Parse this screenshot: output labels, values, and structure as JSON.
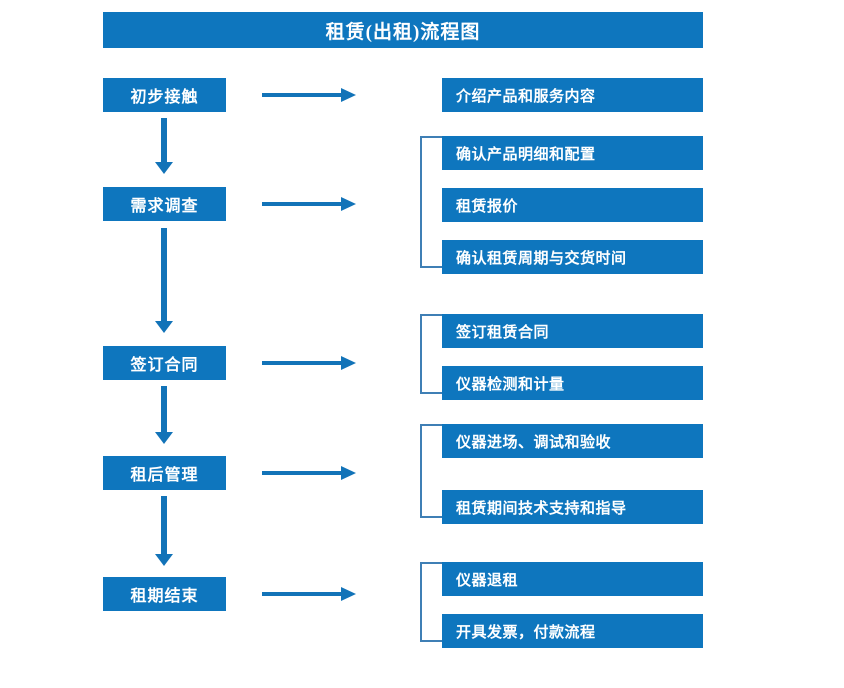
{
  "title": "租赁(出租)流程图",
  "theme": {
    "box_blue": "#0E76BE",
    "arrow_blue": "#1273B8",
    "bracket_blue": "#3F7FB5",
    "text_white": "#FFFFFF",
    "background": "#FFFFFF"
  },
  "stages": [
    {
      "label": "初步接触"
    },
    {
      "label": "需求调查"
    },
    {
      "label": "签订合同"
    },
    {
      "label": "租后管理"
    },
    {
      "label": "租期结束"
    }
  ],
  "details": [
    {
      "label": "介绍产品和服务内容"
    },
    {
      "label": "确认产品明细和配置"
    },
    {
      "label": "租赁报价"
    },
    {
      "label": "确认租赁周期与交货时间"
    },
    {
      "label": "签订租赁合同"
    },
    {
      "label": "仪器检测和计量"
    },
    {
      "label": "仪器进场、调试和验收"
    },
    {
      "label": "租赁期间技术支持和指导"
    },
    {
      "label": "仪器退租"
    },
    {
      "label": "开具发票，付款流程"
    }
  ]
}
